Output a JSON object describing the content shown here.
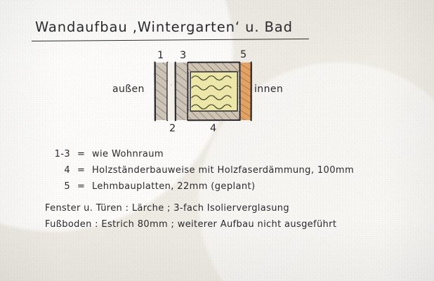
{
  "document": {
    "title": "Wandaufbau ‚Wintergarten‘ u. Bad",
    "paper_color": "#f2efe9",
    "ink_color": "#2a2a2e"
  },
  "diagram": {
    "name": "wall-cross-section",
    "side_labels": {
      "outside": "außen",
      "inside": "innen"
    },
    "layer_numbers": {
      "top": [
        "1",
        "3",
        "5"
      ],
      "bottom": [
        "2",
        "4"
      ]
    },
    "layers": [
      {
        "id": "1",
        "label": "1",
        "fill": "#cdc4b8",
        "hatch": "#6b6056",
        "kind": "hatched-board"
      },
      {
        "id": "2",
        "label": "2",
        "fill": "#f3f0ea",
        "hatch": "none",
        "kind": "air-gap"
      },
      {
        "id": "3",
        "label": "3",
        "fill": "#cdc4b8",
        "hatch": "#6b6056",
        "kind": "hatched-board"
      },
      {
        "id": "4",
        "label": "4",
        "fill": "#ece7a8",
        "hatch": "#8a7f4a",
        "kind": "timber-frame-with-insulation",
        "wave_count": 4
      },
      {
        "id": "5",
        "label": "5",
        "fill": "#e2a263",
        "hatch": "#8a5a2c",
        "kind": "hatched-board"
      }
    ]
  },
  "legend": {
    "rows": [
      {
        "key": "1-3",
        "eq": "=",
        "value": "wie Wohnraum"
      },
      {
        "key": "4",
        "eq": "=",
        "value": "Holzständerbauweise mit Holzfaserdämmung, 100mm"
      },
      {
        "key": "5",
        "eq": "=",
        "value": "Lehmbauplatten, 22mm  (geplant)"
      }
    ],
    "notes": [
      "Fenster u. Türen :  Lärche ;  3-fach Isolierverglasung",
      "Fußboden :  Estrich 80mm ;  weiterer Aufbau nicht ausgeführt"
    ]
  }
}
